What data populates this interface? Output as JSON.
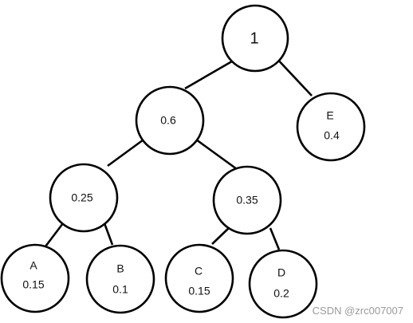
{
  "tree": {
    "root": {
      "weight": "1"
    },
    "internal": {
      "n06": {
        "weight": "0.6"
      },
      "n025": {
        "weight": "0.25"
      },
      "n035": {
        "weight": "0.35"
      }
    },
    "leaves": {
      "A": {
        "name": "A",
        "weight": "0.15"
      },
      "B": {
        "name": "B",
        "weight": "0.1"
      },
      "C": {
        "name": "C",
        "weight": "0.15"
      },
      "D": {
        "name": "D",
        "weight": "0.2"
      },
      "E": {
        "name": "E",
        "weight": "0.4"
      }
    },
    "edges": [
      {
        "from": "root",
        "to": "n06"
      },
      {
        "from": "root",
        "to": "E"
      },
      {
        "from": "n06",
        "to": "n025"
      },
      {
        "from": "n06",
        "to": "n035"
      },
      {
        "from": "n025",
        "to": "A"
      },
      {
        "from": "n025",
        "to": "B"
      },
      {
        "from": "n035",
        "to": "C"
      },
      {
        "from": "n035",
        "to": "D"
      }
    ]
  },
  "watermark": "CSDN @zrc007007"
}
